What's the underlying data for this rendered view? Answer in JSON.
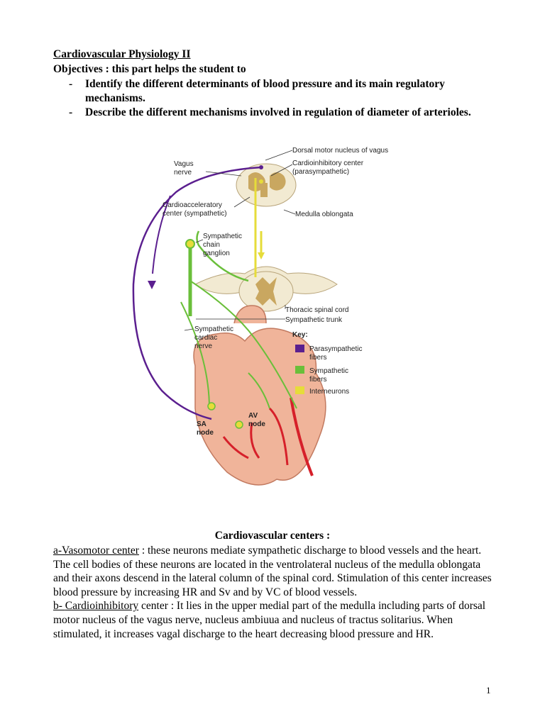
{
  "doc": {
    "title": "Cardiovascular Physiology II",
    "objectives_intro": "Objectives : this part helps the student to",
    "objectives": [
      {
        "bullet": "-",
        "text": "Identify the different determinants of blood pressure and its main regulatory mechanisms."
      },
      {
        "bullet": "-",
        "text": "Describe the different mechanisms involved in regulation of diameter of arterioles."
      }
    ],
    "section_title": "Cardiovascular centers :",
    "paragraphs": [
      {
        "term": "a-Vasomotor center",
        "text": " : these neurons mediate sympathetic discharge to blood vessels and the heart. The cell bodies of these neurons are located in the ventrolateral nucleus of the medulla oblongata and their axons descend in the lateral column of the spinal cord. Stimulation of this center increases blood pressure by increasing HR and Sv and by VC of blood vessels."
      },
      {
        "term_prefix": "b- ",
        "term": "Cardioinhibitory",
        "text": " center : It lies in the upper medial part of the medulla including parts of dorsal motor nucleus of the vagus nerve, nucleus ambiuua and nucleus of tractus solitarius. When stimulated, it increases vagal discharge to the heart decreasing blood pressure and HR."
      }
    ],
    "page_number": "1"
  },
  "figure": {
    "labels": {
      "dorsal_motor": "Dorsal motor nucleus of vagus",
      "vagus_1": "Vagus",
      "vagus_2": "nerve",
      "cardioinhib_1": "Cardioinhibitory center",
      "cardioinhib_2": "(parasympathetic)",
      "cardioacc_1": "Cardioacceleratory",
      "cardioacc_2": "center (sympathetic)",
      "medulla": "Medulla oblongata",
      "symp_chain_1": "Sympathetic",
      "symp_chain_2": "chain",
      "symp_chain_3": "ganglion",
      "thoracic": "Thoracic spinal cord",
      "symp_trunk": "Sympathetic trunk",
      "symp_cardiac_1": "Sympathetic",
      "symp_cardiac_2": "cardiac",
      "symp_cardiac_3": "nerve",
      "key_title": "Key:",
      "key_para_1": "Parasympathetic",
      "key_para_2": "fibers",
      "key_symp_1": "Sympathetic",
      "key_symp_2": "fibers",
      "key_inter": "Interneurons",
      "av_1": "AV",
      "av_2": "node",
      "sa_1": "SA",
      "sa_2": "node"
    },
    "colors": {
      "parasympathetic": "#5b1f8f",
      "sympathetic": "#6abf3a",
      "interneurons": "#e6dc3a",
      "heart": "#f0b49a",
      "vessels": "#d6202a",
      "cord": "#f2ead2",
      "gray_matter": "#c9a760"
    }
  }
}
